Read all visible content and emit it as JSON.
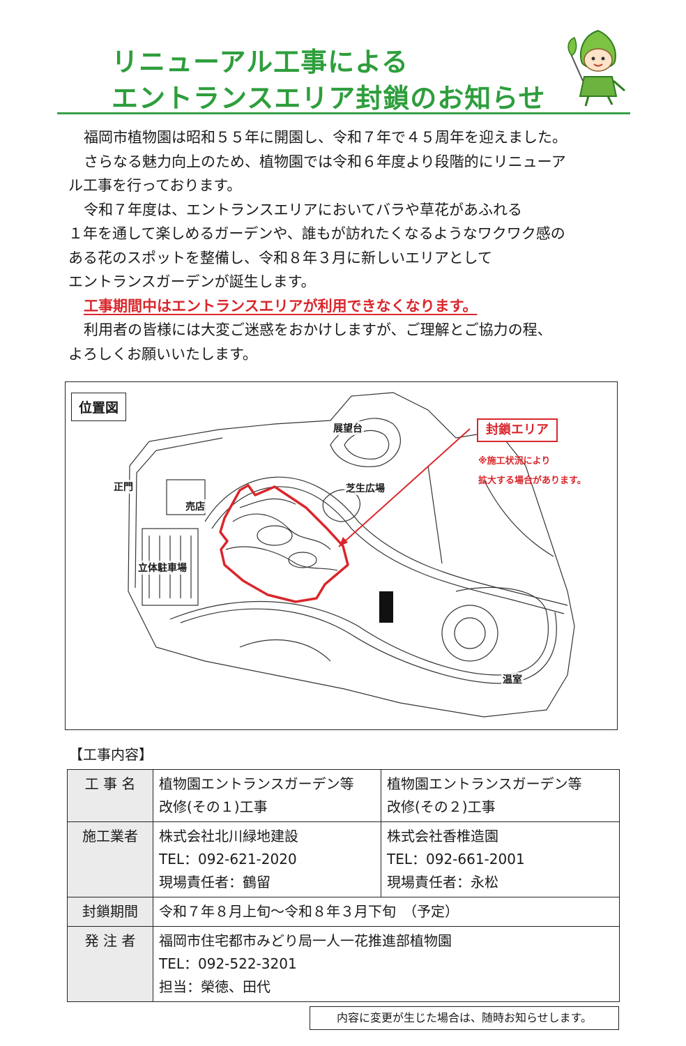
{
  "title": {
    "line1": "リニューアル工事による",
    "line2": "エントランスエリア封鎖のお知らせ"
  },
  "intro": {
    "lines": [
      "福岡市植物園は昭和５５年に開園し、令和７年で４５周年を迎えました。",
      "さらなる魅力向上のため、植物園では令和６年度より段階的にリニューア",
      "ル工事を行っております。",
      "令和７年度は、エントランスエリアにおいてバラや草花があふれる",
      "１年を通して楽しめるガーデンや、誰もが訪れたくなるようなワクワク感の",
      "ある花のスポットを整備し、令和８年３月に新しいエリアとして",
      "エントランスガーデンが誕生します。"
    ],
    "warning": "工事期間中はエントランスエリアが利用できなくなります。",
    "closing": [
      "利用者の皆様には大変ご迷惑をおかけしますが、ご理解とご協力の程、",
      "よろしくお願いいたします。"
    ]
  },
  "map": {
    "label": "位置図",
    "closed_area": "封鎖エリア",
    "note1": "※施工状況により",
    "note2": "拡大する場合があります。",
    "places": {
      "observatory": "展望台",
      "main_gate": "正門",
      "shop": "売店",
      "lawn": "芝生広場",
      "parking": "立体駐車場",
      "greenhouse": "温室"
    }
  },
  "section_title": "【工事内容】",
  "table": {
    "row1": {
      "head": "工 事 名",
      "c1": [
        "植物園エントランスガーデン等",
        "改修(その１)工事"
      ],
      "c2": [
        "植物園エントランスガーデン等",
        "改修(その２)工事"
      ]
    },
    "row2": {
      "head": "施工業者",
      "c1": [
        "株式会社北川緑地建設",
        "TEL：092-621-2020",
        "現場責任者：鶴留"
      ],
      "c2": [
        "株式会社香椎造園",
        "TEL：092-661-2001",
        "現場責任者：永松"
      ]
    },
    "row3": {
      "head": "封鎖期間",
      "value": "令和７年８月上旬～令和８年３月下旬　（予定）"
    },
    "row4": {
      "head": "発 注 者",
      "lines": [
        "福岡市住宅都市みどり局一人一花推進部植物園",
        "TEL：092-522-3201",
        "担当：榮徳、田代"
      ]
    }
  },
  "footnote": "内容に変更が生じた場合は、随時お知らせします。",
  "colors": {
    "green": "#2e9e3c",
    "red": "#d9262b"
  }
}
